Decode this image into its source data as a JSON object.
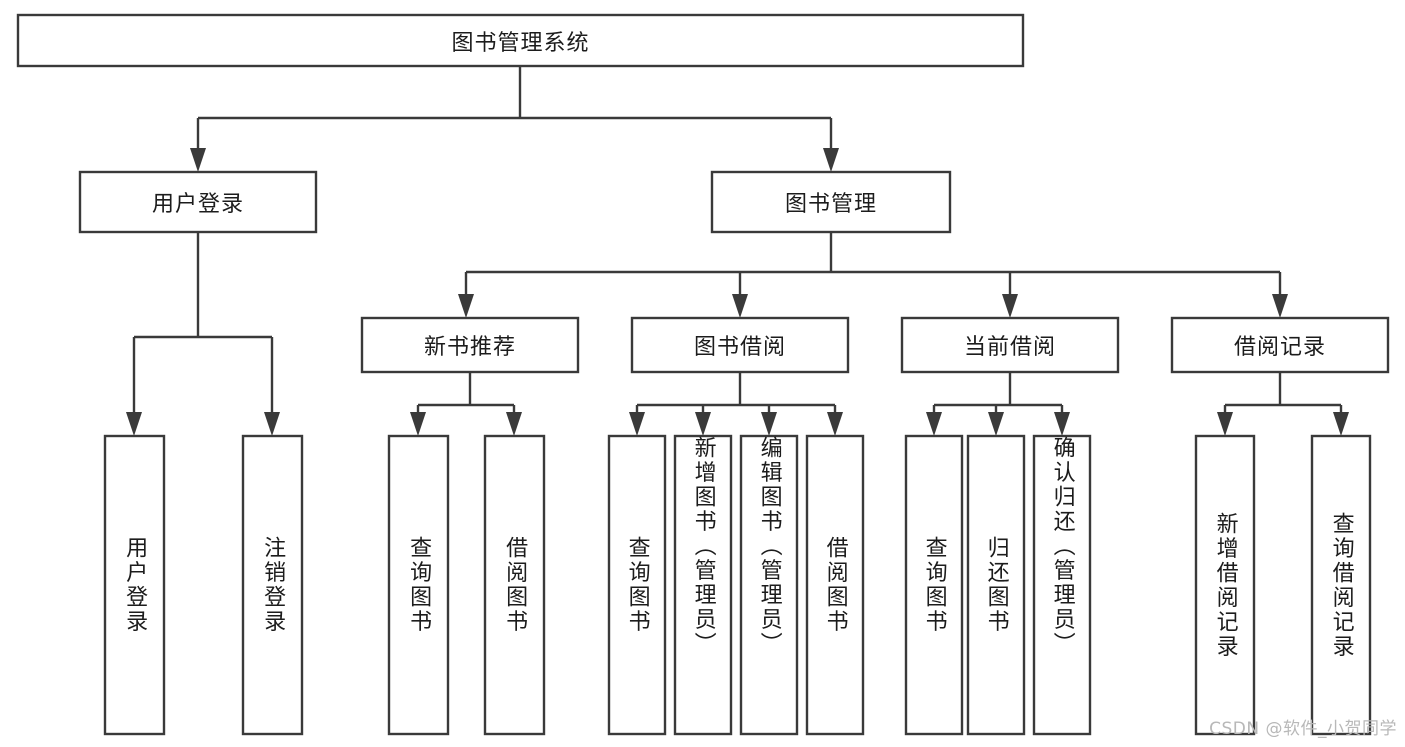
{
  "diagram": {
    "type": "tree",
    "title": "图书管理系统",
    "orientation": "top-down",
    "watermark": "CSDN @软件_小贺同学",
    "colors": {
      "box_stroke": "#3a3a3a",
      "box_fill": "#ffffff",
      "connector": "#3a3a3a",
      "text": "#1c1c1c",
      "background": "#ffffff",
      "watermark": "#b8b8b8"
    },
    "root": {
      "label": "图书管理系统"
    },
    "level2": [
      {
        "label": "用户登录"
      },
      {
        "label": "图书管理"
      }
    ],
    "level3": [
      {
        "label": "新书推荐"
      },
      {
        "label": "图书借阅"
      },
      {
        "label": "当前借阅"
      },
      {
        "label": "借阅记录"
      }
    ],
    "leaves": {
      "user_login": [
        {
          "label": "用户登录"
        },
        {
          "label": "注销登录"
        }
      ],
      "new_book_recommend": [
        {
          "label": "查询图书"
        },
        {
          "label": "借阅图书"
        }
      ],
      "book_borrow": [
        {
          "label": "查询图书"
        },
        {
          "label": "新增图书（管理员）"
        },
        {
          "label": "编辑图书（管理员）"
        },
        {
          "label": "借阅图书"
        }
      ],
      "current_borrow": [
        {
          "label": "查询图书"
        },
        {
          "label": "归还图书"
        },
        {
          "label": "确认归还（管理员）"
        }
      ],
      "borrow_record": [
        {
          "label": "新增借阅记录"
        },
        {
          "label": "查询借阅记录"
        }
      ]
    }
  }
}
